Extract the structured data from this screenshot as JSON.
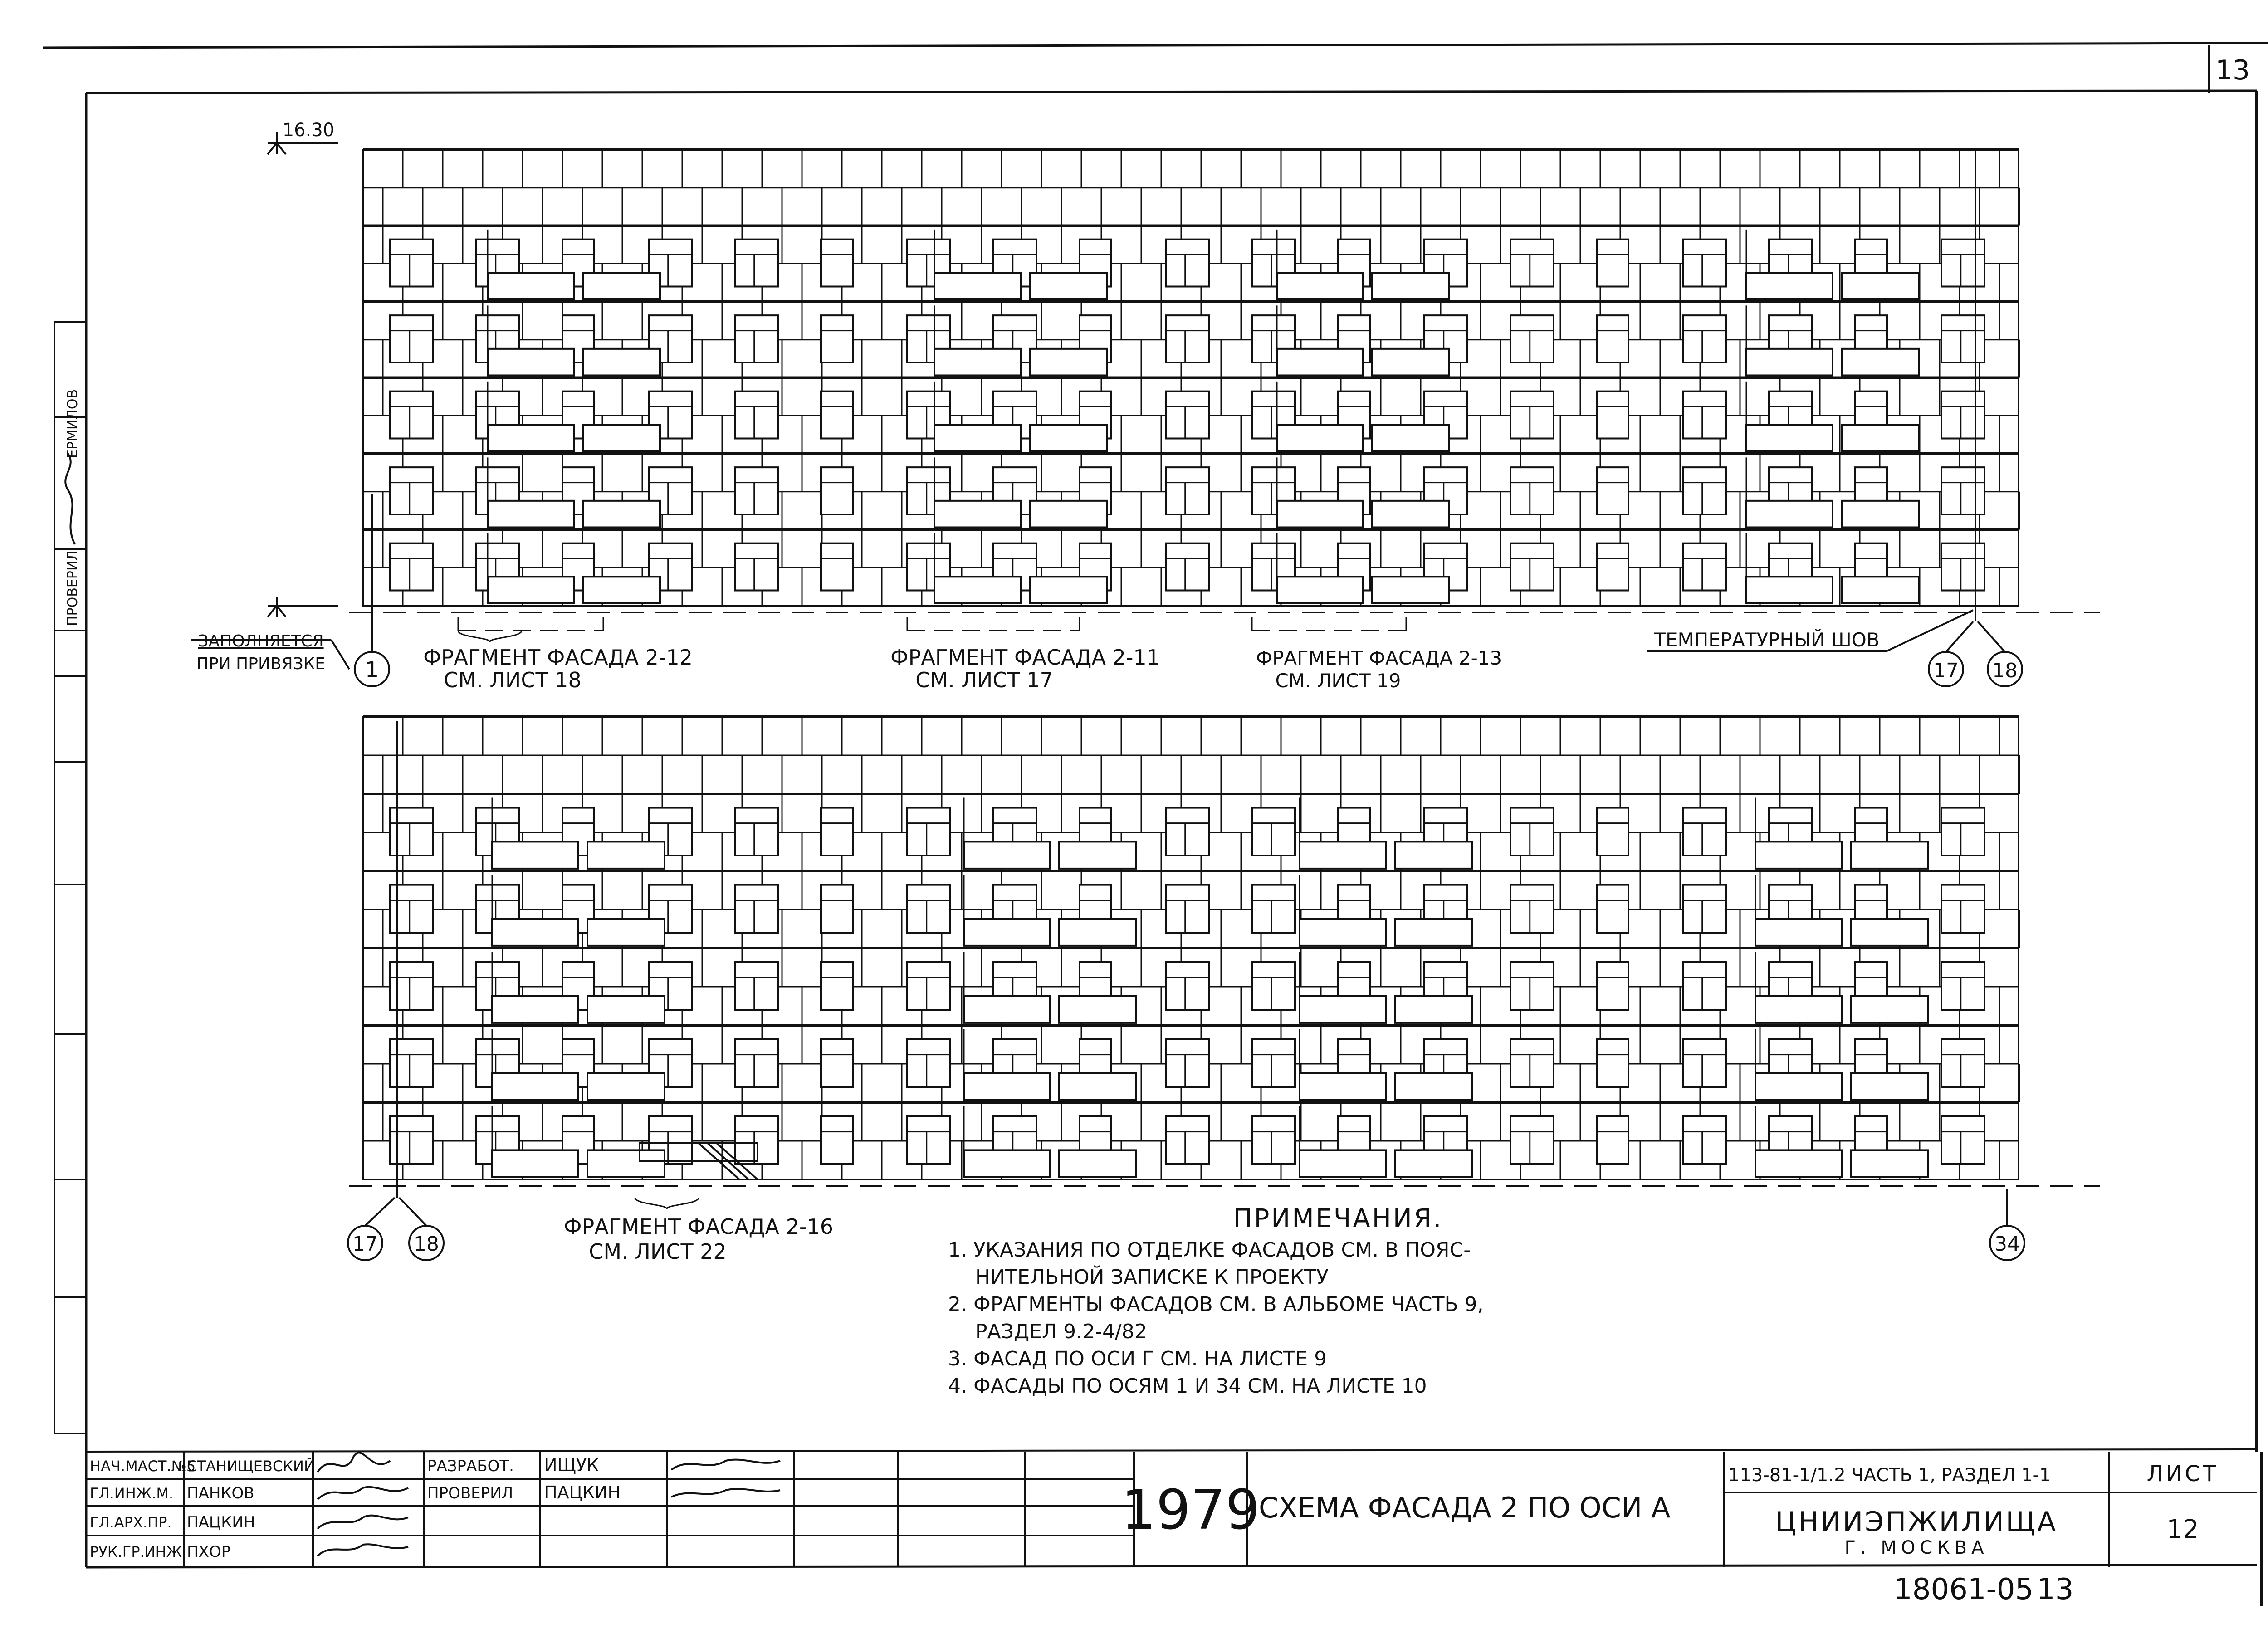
{
  "sheet_number_corner": "13",
  "elevation_mark": "16.30",
  "side_stamp": {
    "role": "ПРОВЕРИЛ",
    "name": "ЕРМИЛОВ"
  },
  "upper_facade": {
    "note_fill": [
      "ЗАПОЛНЯЕТСЯ",
      "ПРИ ПРИВЯЗКЕ"
    ],
    "axis_left": "1",
    "axis_right": [
      "17",
      "18"
    ],
    "fragments": [
      {
        "line1": "ФРАГМЕНТ ФАСАДА 2-12",
        "line2": "СМ. ЛИСТ 18"
      },
      {
        "line1": "ФРАГМЕНТ ФАСАДА 2-11",
        "line2": "СМ. ЛИСТ 17"
      },
      {
        "line1": "ФРАГМЕНТ ФАСАДА 2-13",
        "line2": "СМ. ЛИСТ 19"
      }
    ],
    "temp_joint": "ТЕМПЕРАТУРНЫЙ ШОВ"
  },
  "lower_facade": {
    "axis_left": [
      "17",
      "18"
    ],
    "axis_right": "34",
    "fragment": {
      "line1": "ФРАГМЕНТ ФАСАДА 2-16",
      "line2": "СМ. ЛИСТ 22"
    }
  },
  "notes": {
    "title": "ПРИМЕЧАНИЯ.",
    "lines": [
      "1. УКАЗАНИЯ ПО ОТДЕЛКЕ ФАСАДОВ СМ. В ПОЯС-",
      "НИТЕЛЬНОЙ ЗАПИСКЕ К ПРОЕКТУ",
      "2. ФРАГМЕНТЫ ФАСАДОВ СМ. В АЛЬБОМЕ ЧАСТЬ 9,",
      "РАЗДЕЛ 9.2-4/82",
      "3. ФАСАД ПО ОСИ Г СМ. НА ЛИСТЕ 9",
      "4. ФАСАДЫ ПО ОСЯМ 1 И 34 СМ. НА ЛИСТЕ 10"
    ]
  },
  "title_block": {
    "roles": [
      "НАЧ.МАСТ.№5",
      "ГЛ.ИНЖ.М.",
      "ГЛ.АРХ.ПР.",
      "РУК.ГР.ИНЖ."
    ],
    "names": [
      "СТАНИЩЕВСКИЙ",
      "ПАНКОВ",
      "ПАЦКИН",
      "ПХОР"
    ],
    "roles2": [
      "РАЗРАБОТ.",
      "ПРОВЕРИЛ"
    ],
    "names2": [
      "ИЩУК",
      "ПАЦКИН"
    ],
    "year": "1979",
    "title": "СХЕМА ФАСАДА 2 ПО ОСИ А",
    "code": "113-81-1/1.2 ЧАСТЬ 1, РАЗДЕЛ 1-1",
    "org": "ЦНИИЭПЖИЛИЩА",
    "city": "Г. МОСКВА",
    "sheet_label": "ЛИСТ",
    "sheet_no": "12"
  },
  "bottom_code": "18061-05",
  "bottom_sheet": "13"
}
